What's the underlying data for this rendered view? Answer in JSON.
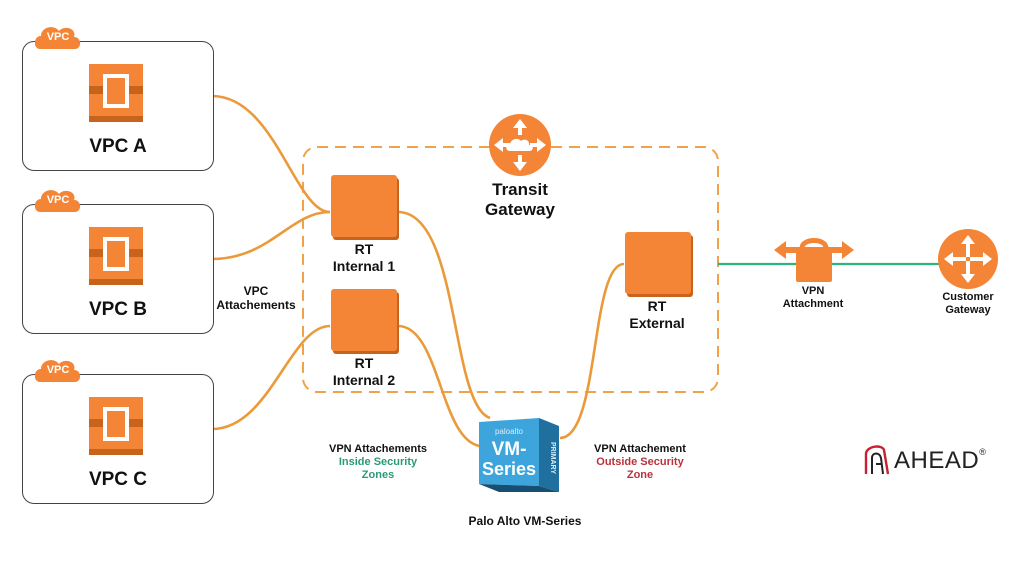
{
  "vpcs": [
    {
      "tag": "VPC",
      "label": "VPC A"
    },
    {
      "tag": "VPC",
      "label": "VPC B"
    },
    {
      "tag": "VPC",
      "label": "VPC C"
    }
  ],
  "vpc_attachments_label": {
    "line1": "VPC",
    "line2": "Attachements"
  },
  "transit_gateway": {
    "line1": "Transit",
    "line2": "Gateway"
  },
  "route_tables": {
    "internal1": {
      "line1": "RT",
      "line2": "Internal 1"
    },
    "internal2": {
      "line1": "RT",
      "line2": "Internal 2"
    },
    "external": {
      "line1": "RT",
      "line2": "External"
    }
  },
  "vpn_attachment": {
    "line1": "VPN",
    "line2": "Attachment"
  },
  "customer_gateway": {
    "line1": "Customer",
    "line2": "Gateway"
  },
  "inside_zone": {
    "line1": "VPN Attachements",
    "line2": "Inside Security",
    "line3": "Zones"
  },
  "outside_zone": {
    "line1": "VPN Attachement",
    "line2": "Outside Security",
    "line3": "Zone"
  },
  "firewall": {
    "vendor": "paloalto",
    "line1": "VM-",
    "line2": "Series",
    "badge": "PRIMARY",
    "caption": "Palo Alto VM-Series"
  },
  "logo": {
    "text": "AHEAD",
    "mark": "®"
  },
  "colors": {
    "aws_orange": "#f58536",
    "inside_green": "#2a9a78",
    "outside_red": "#b8333a",
    "vpn_link_green": "#2db37c",
    "vm_blue": "#3ea5dc"
  }
}
